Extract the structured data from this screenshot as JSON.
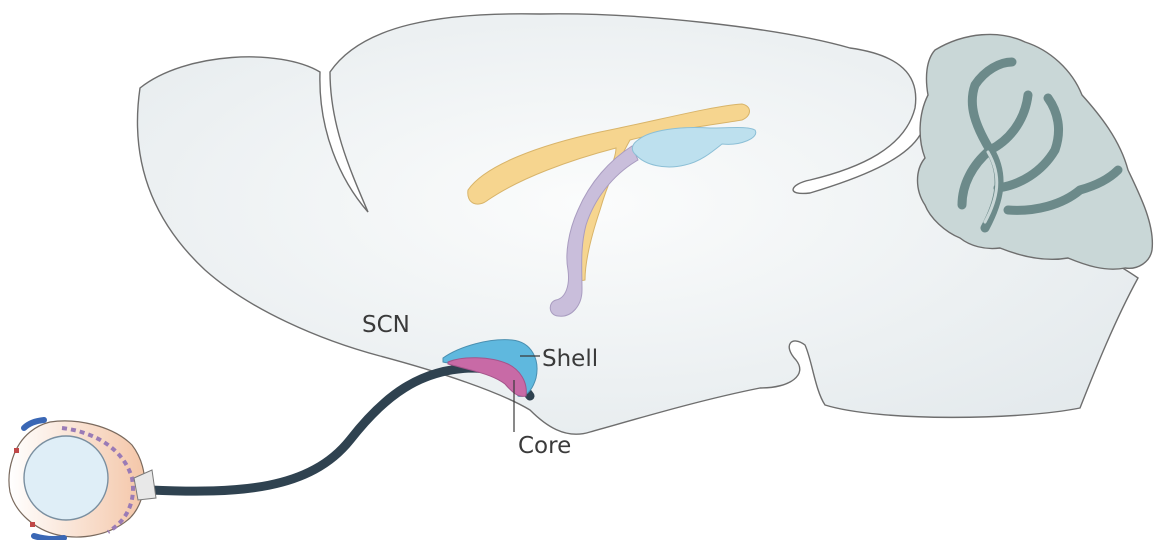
{
  "labels": {
    "scn": "SCN",
    "shell": "Shell",
    "core": "Core"
  },
  "colors": {
    "brain_fill": "#e8edf0",
    "outline": "#6e6e6e",
    "cerebellum_fill": "#c7d6d6",
    "cerebellum_folia": "#6c8a8a",
    "hippocampus": "#f6d58f",
    "fornix": "#c9bedb",
    "ventricle": "#bde0ee",
    "shell": "#5fb8de",
    "core": "#c86aa6",
    "optic_tract": "#2f4250",
    "eye_sclera": "#f9ddc8",
    "eye_lens": "#dfeef7",
    "eye_retina": "#9a7bb6",
    "eye_cornea": "#3a67b5"
  },
  "icons": {
    "eye": "eye-icon",
    "brain": "brain-icon"
  }
}
